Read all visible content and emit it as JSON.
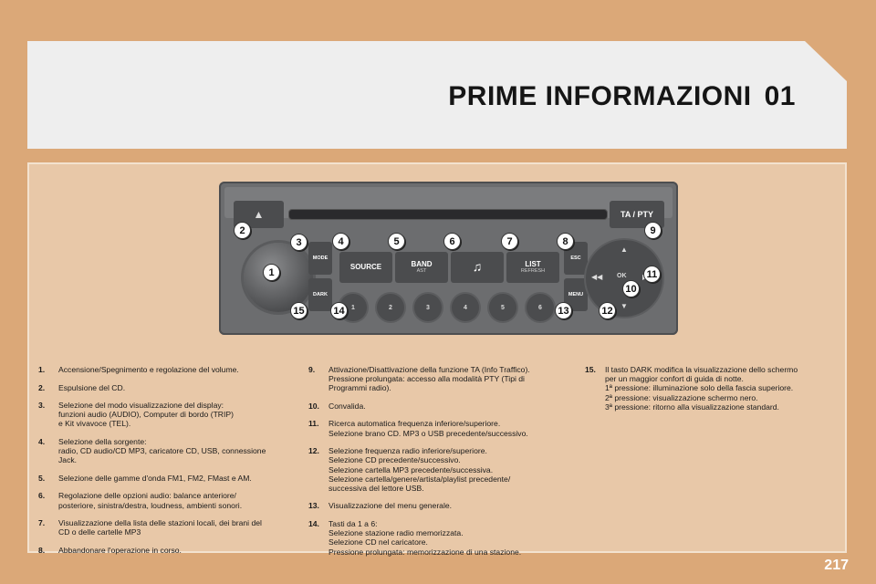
{
  "header": {
    "title": "PRIME INFORMAZIONI",
    "chapter": "01"
  },
  "radio": {
    "ta_label": "TA / PTY",
    "mode_label": "MODE",
    "dark_label": "DARK",
    "esc_label": "ESC",
    "menu_label": "MENU",
    "ok_label": "OK",
    "source_label": "SOURCE",
    "band_label": "BAND",
    "band_sub": "AST",
    "music_glyph": "♫",
    "list_label": "LIST",
    "list_sub": "REFRESH",
    "eject_glyph": "▲",
    "presets": [
      "1",
      "2",
      "3",
      "4",
      "5",
      "6"
    ],
    "icons": [
      "eject-icon",
      "music-note-icon",
      "arrow-up-icon",
      "arrow-down-icon",
      "rewind-icon",
      "forward-icon"
    ]
  },
  "callouts": [
    "1",
    "2",
    "3",
    "4",
    "5",
    "6",
    "7",
    "8",
    "9",
    "10",
    "11",
    "12",
    "13",
    "14",
    "15"
  ],
  "descriptions": {
    "col1": [
      {
        "n": "1.",
        "t": "Accensione/Spegnimento e regolazione del volume."
      },
      {
        "n": "2.",
        "t": "Espulsione del CD."
      },
      {
        "n": "3.",
        "t": "Selezione del modo visualizzazione del display:\nfunzioni audio (AUDIO), Computer di bordo (TRIP)\ne Kit vivavoce (TEL)."
      },
      {
        "n": "4.",
        "t": "Selezione della sorgente:\nradio, CD audio/CD MP3, caricatore CD, USB, connessione\nJack."
      },
      {
        "n": "5.",
        "t": "Selezione delle gamme d'onda FM1, FM2, FMast e AM."
      },
      {
        "n": "6.",
        "t": "Regolazione delle opzioni audio: balance anteriore/\nposteriore, sinistra/destra, loudness, ambienti sonori."
      },
      {
        "n": "7.",
        "t": "Visualizzazione della lista delle stazioni locali, dei brani del\nCD o delle cartelle MP3"
      },
      {
        "n": "8.",
        "t": "Abbandonare l'operazione in corso."
      }
    ],
    "col2": [
      {
        "n": "9.",
        "t": "Attivazione/Disattivazione della funzione TA (Info Traffico).\nPressione prolungata: accesso alla modalità PTY (Tipi di\nProgrammi radio)."
      },
      {
        "n": "10.",
        "t": "Convalida."
      },
      {
        "n": "11.",
        "t": "Ricerca automatica frequenza inferiore/superiore.\nSelezione brano CD. MP3 o USB precedente/successivo."
      },
      {
        "n": "12.",
        "t": "Selezione frequenza radio inferiore/superiore.\nSelezione CD precedente/successivo.\nSelezione cartella MP3 precedente/successiva.\nSelezione cartella/genere/artista/playlist precedente/\nsuccessiva del lettore USB."
      },
      {
        "n": "13.",
        "t": "Visualizzazione del menu generale."
      },
      {
        "n": "14.",
        "t": "Tasti da 1 a 6:\nSelezione stazione radio memorizzata.\nSelezione CD nel caricatore.\nPressione prolungata: memorizzazione di una stazione."
      }
    ],
    "col3": [
      {
        "n": "15.",
        "t": "Il tasto DARK modifica la visualizzazione dello schermo\nper un maggior confort di guida di notte.\n1ª pressione: illuminazione solo della fascia superiore.\n2ª pressione: visualizzazione schermo nero.\n3ª pressione: ritorno alla visualizzazione standard."
      }
    ]
  },
  "footer": {
    "page_number": "217"
  },
  "colors": {
    "background": "#dba878",
    "panel": "#e8c8a8",
    "header": "#eeeeee",
    "radio": "#6c6d6f"
  }
}
